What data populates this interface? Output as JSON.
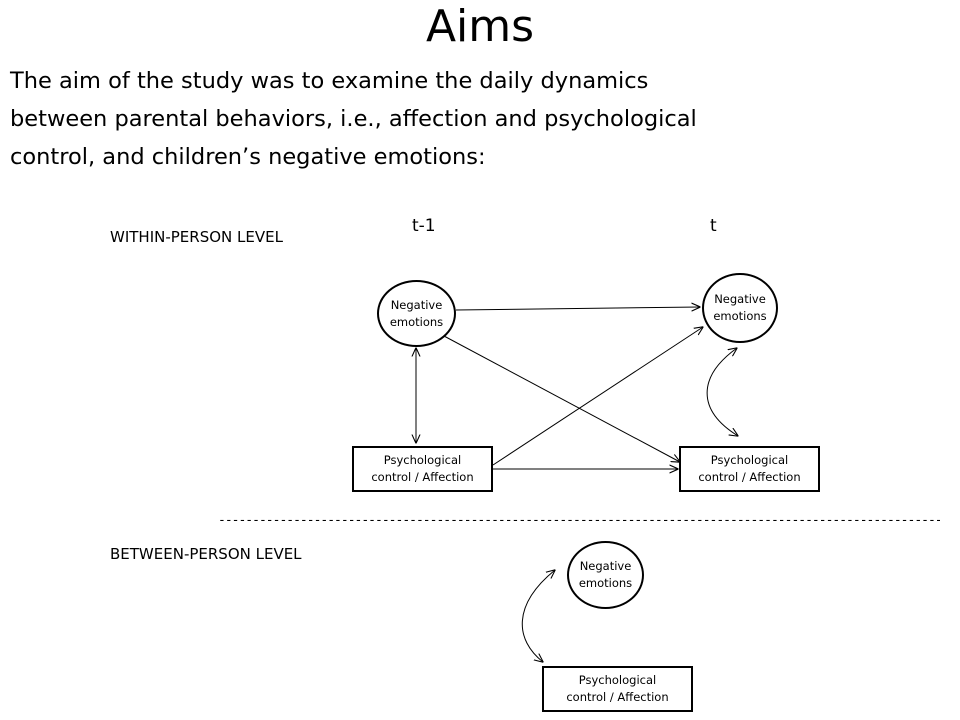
{
  "title": "Aims",
  "intro": {
    "line1": "The aim of the study was to examine the daily dynamics",
    "line2": "between parental behaviors, i.e., affection and psychological",
    "line3": "control, and children’s negative emotions:"
  },
  "within": {
    "heading": "WITHIN-PERSON LEVEL",
    "time_prev": "t-1",
    "time_curr": "t",
    "neg_prev": {
      "line1": "Negative",
      "line2": "emotions"
    },
    "neg_curr": {
      "line1": "Negative",
      "line2": "emotions"
    },
    "pc_prev": {
      "line1": "Psychological",
      "line2": "control / Affection"
    },
    "pc_curr": {
      "line1": "Psychological",
      "line2": "control / Affection"
    }
  },
  "divider": "-----------------------------------------------------------------------------------------------------------------",
  "between": {
    "heading": "BETWEEN-PERSON LEVEL",
    "neg": {
      "line1": "Negative",
      "line2": "emotions"
    },
    "pc": {
      "line1": "Psychological",
      "line2": "control / Affection"
    }
  }
}
